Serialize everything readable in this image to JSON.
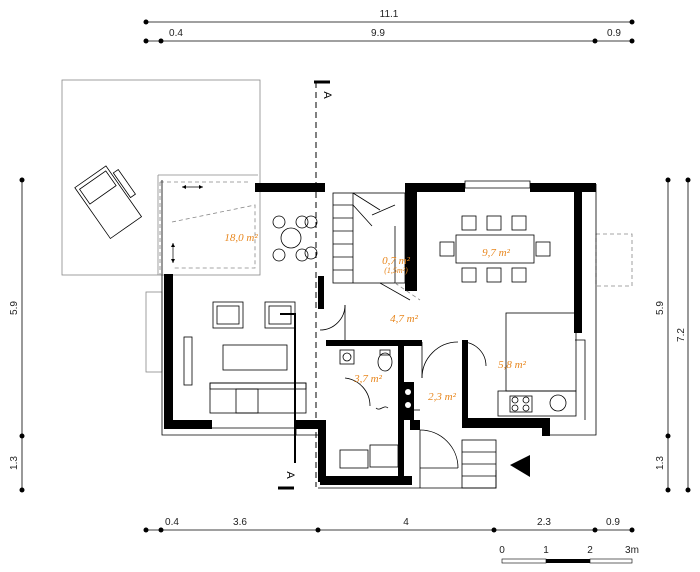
{
  "dimensions": {
    "top_total": "11.1",
    "top_left": "0.4",
    "top_middle": "9.9",
    "top_right": "0.9",
    "bottom_1": "0.4",
    "bottom_2": "3.6",
    "bottom_3": "4",
    "bottom_4": "2.3",
    "bottom_5": "0.9",
    "left_upper": "5.9",
    "left_lower": "1.3",
    "right_upper": "5.9",
    "right_total": "7.2",
    "right_lower": "1.3"
  },
  "rooms": {
    "living": "18,0 m²",
    "stair": "0,7 m²",
    "stair_note": "(1,5m²)",
    "dining": "9,7 m²",
    "hall": "4,7 m²",
    "bath": "3,7 m²",
    "wc": "2,3 m²",
    "kitchen": "5,8 m²"
  },
  "section": {
    "top": "A",
    "bottom": "A"
  },
  "scale": {
    "t0": "0",
    "t1": "1",
    "t2": "2",
    "t3": "3m"
  }
}
